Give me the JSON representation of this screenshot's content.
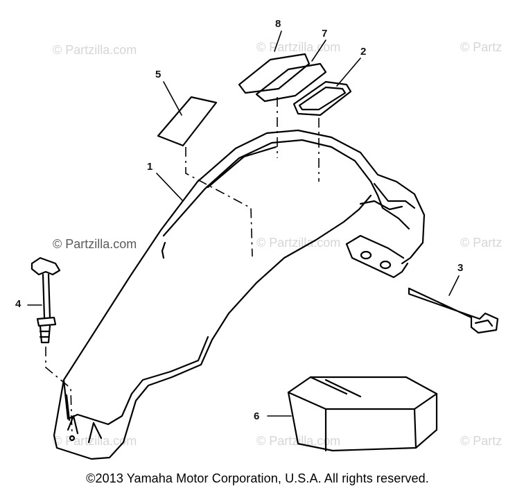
{
  "watermarks": {
    "text": "© Partzilla.com",
    "short_text": "© Partz"
  },
  "callouts": [
    "8",
    "7",
    "2",
    "5",
    "1",
    "3",
    "4",
    "6"
  ],
  "copyright": "©2013 Yamaha Motor Corporation, U.S.A. All rights reserved.",
  "colors": {
    "line": "#000000",
    "watermark": "#d6d6d6",
    "background": "#ffffff"
  }
}
